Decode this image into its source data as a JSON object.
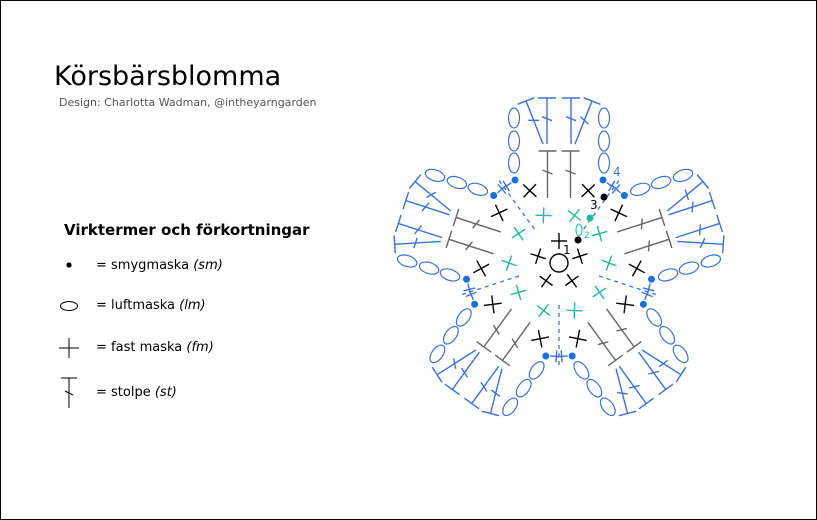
{
  "header": {
    "title": "Körsbärsblomma",
    "subtitle": "Design: Charlotta Wadman, @intheyarngarden"
  },
  "legend": {
    "heading": "Virktermer och förkortningar",
    "items": [
      {
        "symbol": "slip-stitch-dot",
        "label": "= smygmaska",
        "abbr": "(sm)"
      },
      {
        "symbol": "chain-oval",
        "label": "= luftmaska",
        "abbr": "(lm)"
      },
      {
        "symbol": "single-crochet-cross",
        "label": "= fast maska",
        "abbr": "(fm)"
      },
      {
        "symbol": "double-crochet-t",
        "label": "= stolpe",
        "abbr": "(st)"
      }
    ]
  },
  "diagram": {
    "petals": 5,
    "round_labels": [
      "1",
      "2",
      "3",
      "4"
    ],
    "colors": {
      "round1": "#000000",
      "round2": "#1fb89a",
      "round3": "#000000",
      "round3_stolpe": "#666666",
      "round4": "#3b73d1",
      "round4_dots": "#1a6fd8"
    }
  }
}
